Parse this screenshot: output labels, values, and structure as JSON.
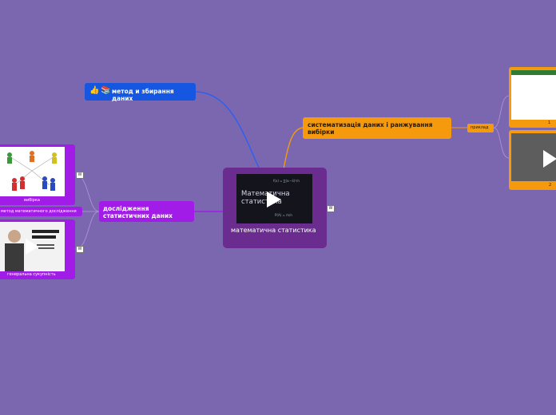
{
  "central": {
    "caption": "математична статистика",
    "video_title": "Математична статистика",
    "formula_top": "f(x) = ∑(xᵢ−x̄)²/n",
    "formula_bottom": "P(A) = m/n"
  },
  "branches": {
    "metod": {
      "label": "метод и збирання даних",
      "icon1": "thumbs-up-icon",
      "icon2": "books-icon",
      "color": "#1557e0"
    },
    "systematization": {
      "label": "систематизація даних і ранжування вибірки",
      "color": "#f59a0d"
    },
    "pryklad": {
      "label": "приклад"
    },
    "image1_caption": "1",
    "image2_caption": "2",
    "doslidzhennia": {
      "label": "дослідження статистичних даних",
      "color": "#a21ce8"
    },
    "vybirka": {
      "label": "вибірка"
    },
    "metod_mat": {
      "label": "метод математичного дослідження"
    },
    "genx": {
      "label": "генеральна сукупність"
    }
  },
  "wiki_badge": "W",
  "colors": {
    "background": "#7b67b0",
    "central": "#6a2d8f",
    "blue_link": "#2b5ff0",
    "orange_link": "#f59a0d",
    "purple_link": "#a21ce8"
  }
}
